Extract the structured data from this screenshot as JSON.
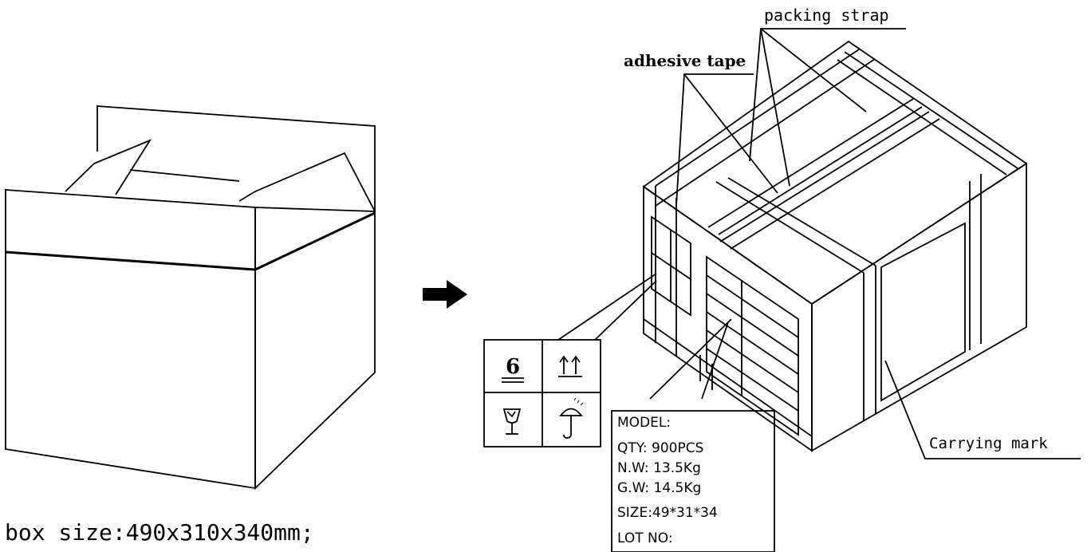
{
  "labels": {
    "packing_strap": "packing strap",
    "adhesive_tape": "adhesive tape",
    "carrying_mark": "Carrying mark",
    "box_size": "box size:490x310x340mm;"
  },
  "icons": {
    "stack_limit": "6",
    "stack_limit_icon": "stack-limit-6-icon",
    "this_way_up_icon": "this-way-up-icon",
    "fragile_icon": "fragile-glass-icon",
    "keep_dry_icon": "keep-dry-umbrella-icon"
  },
  "shipping_label": {
    "model": "MODEL:",
    "qty": "QTY: 900PCS",
    "nw": "N.W: 13.5Kg",
    "gw": "G.W: 14.5Kg",
    "size": "SIZE:49*31*34",
    "lot": "LOT NO:"
  },
  "colors": {
    "line": "#000000",
    "background": "#ffffff"
  }
}
